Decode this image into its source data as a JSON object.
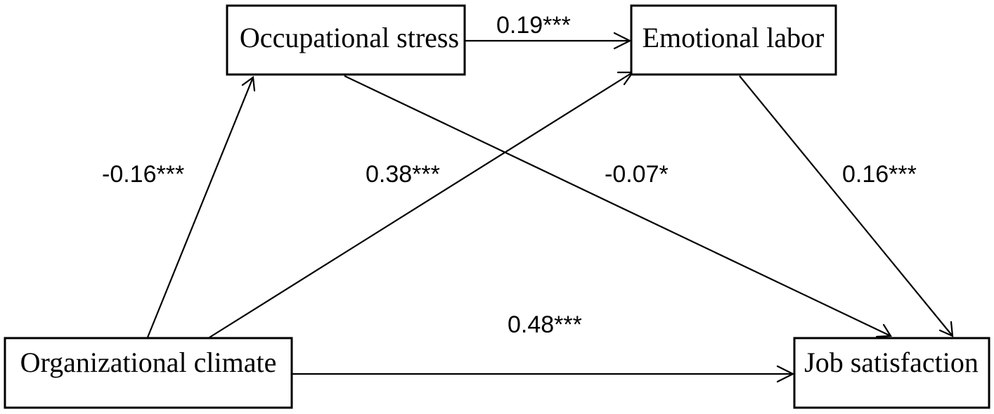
{
  "nodes": {
    "occupational_stress": "Occupational stress",
    "emotional_labor": "Emotional labor",
    "organizational_climate": "Organizational climate",
    "job_satisfaction": "Job satisfaction"
  },
  "edges": {
    "stress_to_labor": "0.19***",
    "climate_to_stress": "-0.16***",
    "climate_to_labor": "0.38***",
    "stress_to_satisfaction": "-0.07*",
    "labor_to_satisfaction": "0.16***",
    "climate_to_satisfaction": "0.48***"
  }
}
